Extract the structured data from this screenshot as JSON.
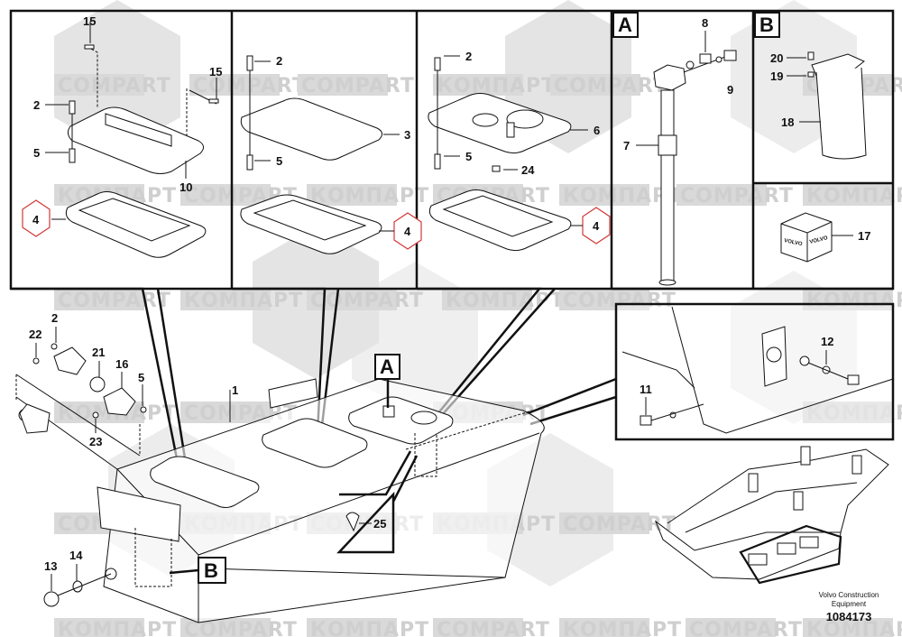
{
  "diagram": {
    "title": "Fuel tank assembly exploded view",
    "manufacturer_caption_line1": "Volvo Construction",
    "manufacturer_caption_line2": "Equipment",
    "document_number": "1084173",
    "watermarks": [
      "COMPART",
      "КОМПАРТ"
    ],
    "highlight_color": "#d23a3a",
    "panel_letters": {
      "A": "A",
      "B": "B"
    },
    "panels": {
      "cover_panel_1": {
        "labels": {
          "bolt_top": "15",
          "bolt_right": "15",
          "screw": "2",
          "nut": "5",
          "cover": "10",
          "gasket": "4"
        }
      },
      "cover_panel_2": {
        "labels": {
          "screw": "2",
          "nut": "5",
          "cover": "3",
          "gasket": "4"
        }
      },
      "cover_panel_3": {
        "labels": {
          "screw": "2",
          "nut": "5",
          "cover": "6",
          "nut_small": "24",
          "gasket": "4"
        }
      },
      "panel_A": {
        "labels": {
          "sensor": "7",
          "connector": "8",
          "cap": "9"
        }
      },
      "panel_B": {
        "labels": {
          "bolt": "20",
          "washer": "19",
          "tube": "18"
        }
      },
      "panel_kit": {
        "labels": {
          "kit_box": "17"
        },
        "box_text": "VOLVO"
      },
      "panel_drain": {
        "labels": {
          "plug_left": "11",
          "plug_right": "12"
        }
      },
      "panel_clip": {
        "labels": {
          "clip": "25"
        }
      }
    },
    "main_labels": {
      "tank": "1",
      "screw_top": "2",
      "bolt_22": "22",
      "oring_21": "21",
      "flange_16": "16",
      "nut_5": "5",
      "nut_23": "23",
      "plug_13": "13",
      "seal_14": "14"
    }
  }
}
